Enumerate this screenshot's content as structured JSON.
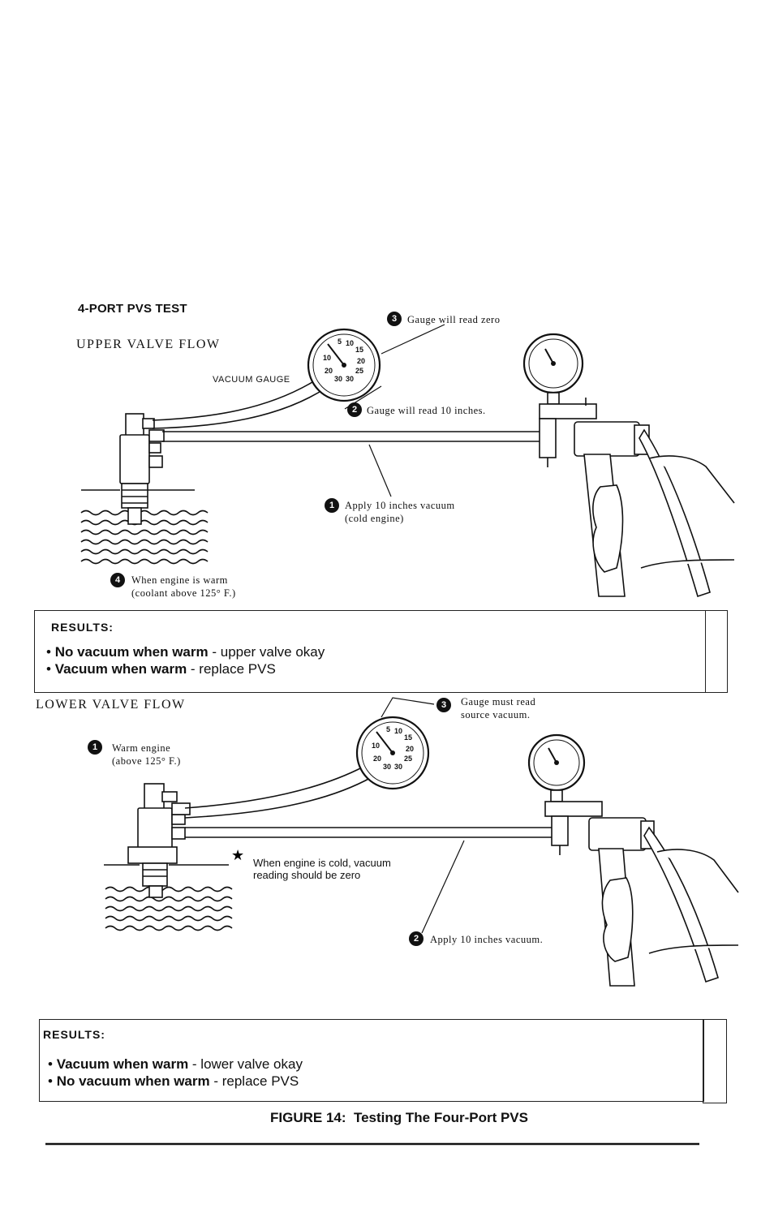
{
  "upper": {
    "title": "4-PORT PVS TEST",
    "section": "UPPER VALVE FLOW",
    "vacuum_gauge_label": "VACUUM GAUGE",
    "callouts": [
      {
        "num": "3",
        "text": "Gauge will read zero"
      },
      {
        "num": "2",
        "text": "Gauge will read 10 inches."
      },
      {
        "num": "1",
        "line1": "Apply 10 inches vacuum",
        "line2": "(cold engine)"
      },
      {
        "num": "4",
        "line1": "When engine is warm",
        "line2": "(coolant above 125° F.)"
      }
    ],
    "results": {
      "title": "RESULTS:",
      "items": [
        {
          "bold": "No vacuum when warm",
          "sep": " - ",
          "text": "upper valve okay"
        },
        {
          "bold": "Vacuum when warm",
          "sep": " - ",
          "text": "replace PVS"
        }
      ]
    }
  },
  "lower": {
    "section": "LOWER VALVE FLOW",
    "callouts": [
      {
        "num": "1",
        "line1": "Warm engine",
        "line2": "(above 125° F.)"
      },
      {
        "num": "3",
        "line1": "Gauge must read",
        "line2": "source vacuum."
      },
      {
        "num": "2",
        "text": "Apply 10 inches vacuum."
      }
    ],
    "star_note": {
      "line1": "When engine is cold, vacuum",
      "line2": "reading should be zero"
    },
    "results": {
      "title": "RESULTS:",
      "items": [
        {
          "bold": "Vacuum when warm",
          "sep": " - ",
          "text": "lower valve okay"
        },
        {
          "bold": "No vacuum when warm",
          "sep": " - ",
          "text": "replace PVS"
        }
      ]
    }
  },
  "gauge_scale": [
    "5",
    "10",
    "15",
    "20",
    "25",
    "30",
    "30",
    "20",
    "10"
  ],
  "caption": "FIGURE 14:  Testing The Four-Port PVS"
}
